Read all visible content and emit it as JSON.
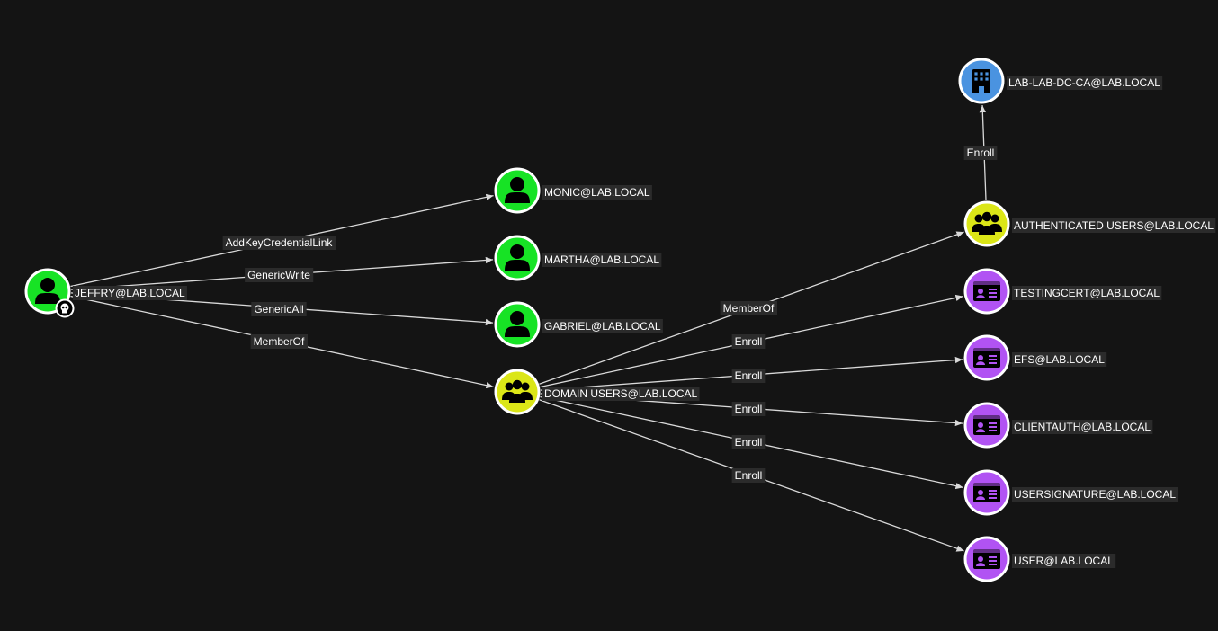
{
  "colors": {
    "background": "#141414",
    "user": "#17e325",
    "group": "#dbe617",
    "cert_template": "#b153f3",
    "enterprise_ca": "#4a93e0",
    "edge": "#d9d9d9",
    "label_bg": "#2b2b2b"
  },
  "nodes": [
    {
      "id": "jeffry",
      "label": "JEFFRY@LAB.LOCAL",
      "kind": "user",
      "icon": "user-icon",
      "owned": true,
      "badge_icon": "skull-icon"
    },
    {
      "id": "monic",
      "label": "MONIC@LAB.LOCAL",
      "kind": "user",
      "icon": "user-icon"
    },
    {
      "id": "martha",
      "label": "MARTHA@LAB.LOCAL",
      "kind": "user",
      "icon": "user-icon"
    },
    {
      "id": "gabriel",
      "label": "GABRIEL@LAB.LOCAL",
      "kind": "user",
      "icon": "user-icon"
    },
    {
      "id": "domain_users",
      "label": "DOMAIN USERS@LAB.LOCAL",
      "kind": "group",
      "icon": "group-icon"
    },
    {
      "id": "ca",
      "label": "LAB-LAB-DC-CA@LAB.LOCAL",
      "kind": "enterprise_ca",
      "icon": "building-icon"
    },
    {
      "id": "auth_users",
      "label": "AUTHENTICATED USERS@LAB.LOCAL",
      "kind": "group",
      "icon": "group-icon"
    },
    {
      "id": "testingcert",
      "label": "TESTINGCERT@LAB.LOCAL",
      "kind": "cert_template",
      "icon": "id-card-icon"
    },
    {
      "id": "efs",
      "label": "EFS@LAB.LOCAL",
      "kind": "cert_template",
      "icon": "id-card-icon"
    },
    {
      "id": "clientauth",
      "label": "CLIENTAUTH@LAB.LOCAL",
      "kind": "cert_template",
      "icon": "id-card-icon"
    },
    {
      "id": "usersignature",
      "label": "USERSIGNATURE@LAB.LOCAL",
      "kind": "cert_template",
      "icon": "id-card-icon"
    },
    {
      "id": "user",
      "label": "USER@LAB.LOCAL",
      "kind": "cert_template",
      "icon": "id-card-icon"
    }
  ],
  "edges": [
    {
      "from": "jeffry",
      "to": "monic",
      "label": "AddKeyCredentialLink"
    },
    {
      "from": "jeffry",
      "to": "martha",
      "label": "GenericWrite"
    },
    {
      "from": "jeffry",
      "to": "gabriel",
      "label": "GenericAll"
    },
    {
      "from": "jeffry",
      "to": "domain_users",
      "label": "MemberOf"
    },
    {
      "from": "domain_users",
      "to": "auth_users",
      "label": "MemberOf"
    },
    {
      "from": "domain_users",
      "to": "testingcert",
      "label": "Enroll"
    },
    {
      "from": "domain_users",
      "to": "efs",
      "label": "Enroll"
    },
    {
      "from": "domain_users",
      "to": "clientauth",
      "label": "Enroll"
    },
    {
      "from": "domain_users",
      "to": "usersignature",
      "label": "Enroll"
    },
    {
      "from": "domain_users",
      "to": "user",
      "label": "Enroll"
    },
    {
      "from": "auth_users",
      "to": "ca",
      "label": "Enroll"
    }
  ]
}
